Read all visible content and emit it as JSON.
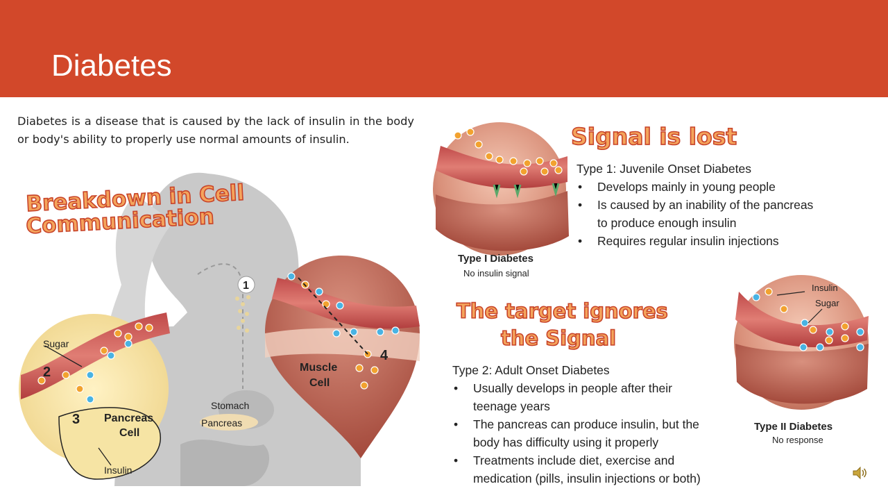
{
  "slide": {
    "title": "Diabetes",
    "intro": "Diabetes is a disease that is caused by the lack of insulin in the body or body's ability to properly use normal amounts of insulin."
  },
  "figure_left": {
    "heading_line1": "Breakdown in Cell",
    "heading_line2": "Communication",
    "labels": {
      "sugar": "Sugar",
      "pancreas_cell_1": "Pancreas",
      "pancreas_cell_2": "Cell",
      "insulin": "Insulin",
      "stomach": "Stomach",
      "pancreas": "Pancreas",
      "muscle_1": "Muscle",
      "muscle_2": "Cell",
      "step1": "1",
      "step2": "2",
      "step3": "3",
      "step4": "4"
    }
  },
  "type1": {
    "heading": "Signal is lost",
    "image_caption": "Type I Diabetes",
    "image_subcaption": "No insulin signal",
    "name": "Type 1: Juvenile Onset Diabetes",
    "bullets": [
      "Develops mainly in young people",
      "Is caused by an inability of the pancreas",
      "to produce enough insulin",
      "Requires regular insulin injections"
    ]
  },
  "type2": {
    "heading_line1": "The target ignores",
    "heading_line2": "the Signal",
    "image_caption": "Type II Diabetes",
    "image_subcaption": "No response",
    "image_label_insulin": "Insulin",
    "image_label_sugar": "Sugar",
    "name": "Type 2: Adult Onset Diabetes",
    "bullets": [
      "Usually develops in people after their",
      "teenage years",
      "The pancreas can produce insulin, but the",
      "body has difficulty using it properly",
      "Treatments include diet, exercise and",
      "medication (pills, insulin injections or both)"
    ]
  },
  "colors": {
    "header": "#d2482a",
    "heading_fill": "#f4a45c",
    "heading_outline": "#c8442a",
    "silhouette": "#c9c9c9"
  },
  "icons": {
    "audio": "speaker-icon"
  }
}
